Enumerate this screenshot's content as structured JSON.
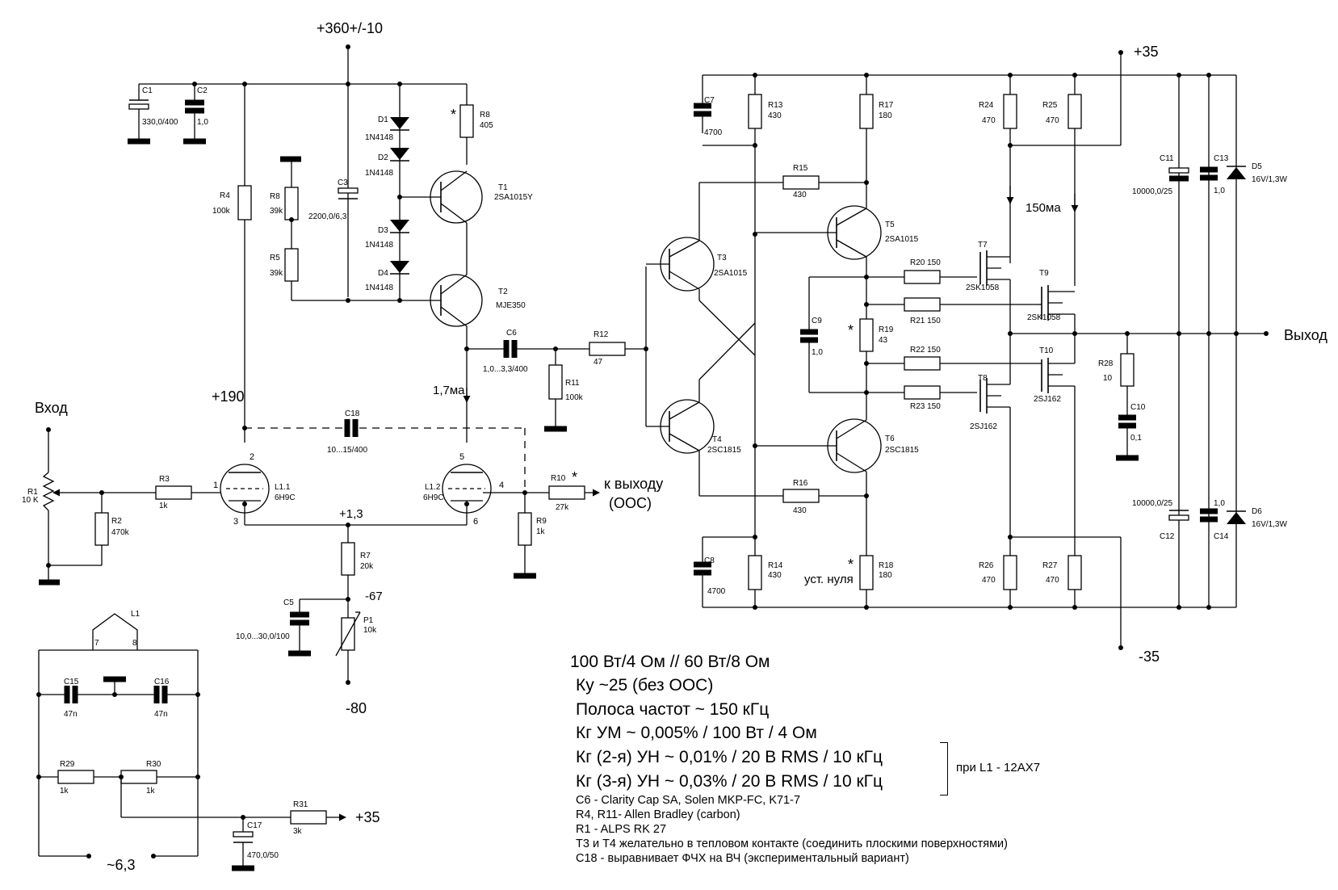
{
  "title_supply_top": "+360+/-10",
  "supply": {
    "plus35_top": "+35",
    "minus35": "-35",
    "plus190": "+190",
    "plus1_3": "+1,3",
    "minus67": "-67",
    "minus80": "-80",
    "plus35_heater": "+35",
    "heater_voltage": "~6,3"
  },
  "io": {
    "input": "Вход",
    "output": "Выход",
    "feedback_line1": "к выходу",
    "feedback_line2": "(ООС)",
    "zero_adjust": "уст. нуля"
  },
  "currents": {
    "i_tube": "1,7ма",
    "i_quiescent": "150ма"
  },
  "components": {
    "C1": "C1",
    "C1v": "330,0/400",
    "C2": "C2",
    "C2v": "1,0",
    "C3": "C3",
    "C3v": "2200,0/6,3",
    "C5": "C5",
    "C5v": "10,0...30,0/100",
    "C6": "C6",
    "C6v": "1,0...3,3/400",
    "C7": "C7",
    "C7v": "4700",
    "C8": "C8",
    "C8v": "4700",
    "C9": "C9",
    "C9v": "1,0",
    "C10": "C10",
    "C10v": "0,1",
    "C11": "C11",
    "C11v": "10000,0/25",
    "C12": "C12",
    "C12v": "10000,0/25",
    "C13": "C13",
    "C13v": "1,0",
    "C14": "C14",
    "C14v": "1,0",
    "C15": "C15",
    "C15v": "47n",
    "C16": "C16",
    "C16v": "47n",
    "C17": "C17",
    "C17v": "470,0/50",
    "C18": "C18",
    "C18v": "10...15/400",
    "R1": "R1",
    "R1v": "10 K",
    "R2": "R2",
    "R2v": "470k",
    "R3": "R3",
    "R3v": "1k",
    "R4": "R4",
    "R4v": "100k",
    "R5": "R5",
    "R5v": "39k",
    "R7": "R7",
    "R7v": "20k",
    "R8a": "R8",
    "R8av": "405",
    "R8b": "R8",
    "R8bv": "39k",
    "R9": "R9",
    "R9v": "1k",
    "R10": "R10",
    "R10v": "27k",
    "R11": "R11",
    "R11v": "100k",
    "R12": "R12",
    "R12v": "47",
    "R13": "R13",
    "R13v": "430",
    "R14": "R14",
    "R14v": "430",
    "R15": "R15",
    "R15v": "430",
    "R16": "R16",
    "R16v": "430",
    "R17": "R17",
    "R17v": "180",
    "R18": "R18",
    "R18v": "180",
    "R19": "R19",
    "R19v": "43",
    "R20": "R20 150",
    "R21": "R21 150",
    "R22": "R22 150",
    "R23": "R23 150",
    "R24": "R24",
    "R24v": "470",
    "R25": "R25",
    "R25v": "470",
    "R26": "R26",
    "R26v": "470",
    "R27": "R27",
    "R27v": "470",
    "R28": "R28",
    "R28v": "10",
    "R29": "R29",
    "R29v": "1k",
    "R30": "R30",
    "R30v": "1k",
    "R31": "R31",
    "R31v": "3k",
    "P1": "P1",
    "P1v": "10k",
    "D1": "D1",
    "D1v": "1N4148",
    "D2": "D2",
    "D2v": "1N4148",
    "D3": "D3",
    "D3v": "1N4148",
    "D4": "D4",
    "D4v": "1N4148",
    "D5": "D5",
    "D5v": "16V/1,3W",
    "D6": "D6",
    "D6v": "16V/1,3W",
    "T1": "T1",
    "T1v": "2SA1015Y",
    "T2": "T2",
    "T2v": "MJE350",
    "T3": "T3",
    "T3v": "2SA1015",
    "T4": "T4",
    "T4v": "2SC1815",
    "T5": "T5",
    "T5v": "2SA1015",
    "T6": "T6",
    "T6v": "2SC1815",
    "T7": "T7",
    "T7v": "2SK1058",
    "T8": "T8",
    "T8v": "2SJ162",
    "T9": "T9",
    "T9v": "2SK1058",
    "T10": "T10",
    "T10v": "2SJ162",
    "L11": "L1.1",
    "L11v": "6Н9С",
    "L12": "L1.2",
    "L12v": "6Н9С",
    "L1": "L1",
    "pin1": "1",
    "pin2": "2",
    "pin3": "3",
    "pin4": "4",
    "pin5": "5",
    "pin6": "6",
    "pin7": "7",
    "pin8": "8",
    "star": "*"
  },
  "specs": {
    "line1": "100 Вт/4 Ом   //   60 Вт/8 Ом",
    "line2": "Ку ~25 (без ООС)",
    "line3": "Полоса частот ~ 150 кГц",
    "line4": "Кг УМ ~ 0,005% / 100 Вт / 4 Ом",
    "line5": "Кг (2-я) УН ~ 0,01% / 20 В RMS / 10 кГц",
    "line6": "Кг (3-я) УН ~ 0,03% / 20 В RMS / 10 кГц",
    "bracket_note": "при  L1 - 12AX7"
  },
  "notes": [
    "C6 - Clarity Cap SA, Solen MKP-FC, K71-7",
    "R4, R11- Allen Bradley (carbon)",
    "R1 - ALPS RK 27",
    "T3 и T4 желательно в тепловом контакте (соединить плоскими поверхностями)",
    "C18 - выравнивает ФЧХ на ВЧ (экспериментальный вариант)"
  ]
}
